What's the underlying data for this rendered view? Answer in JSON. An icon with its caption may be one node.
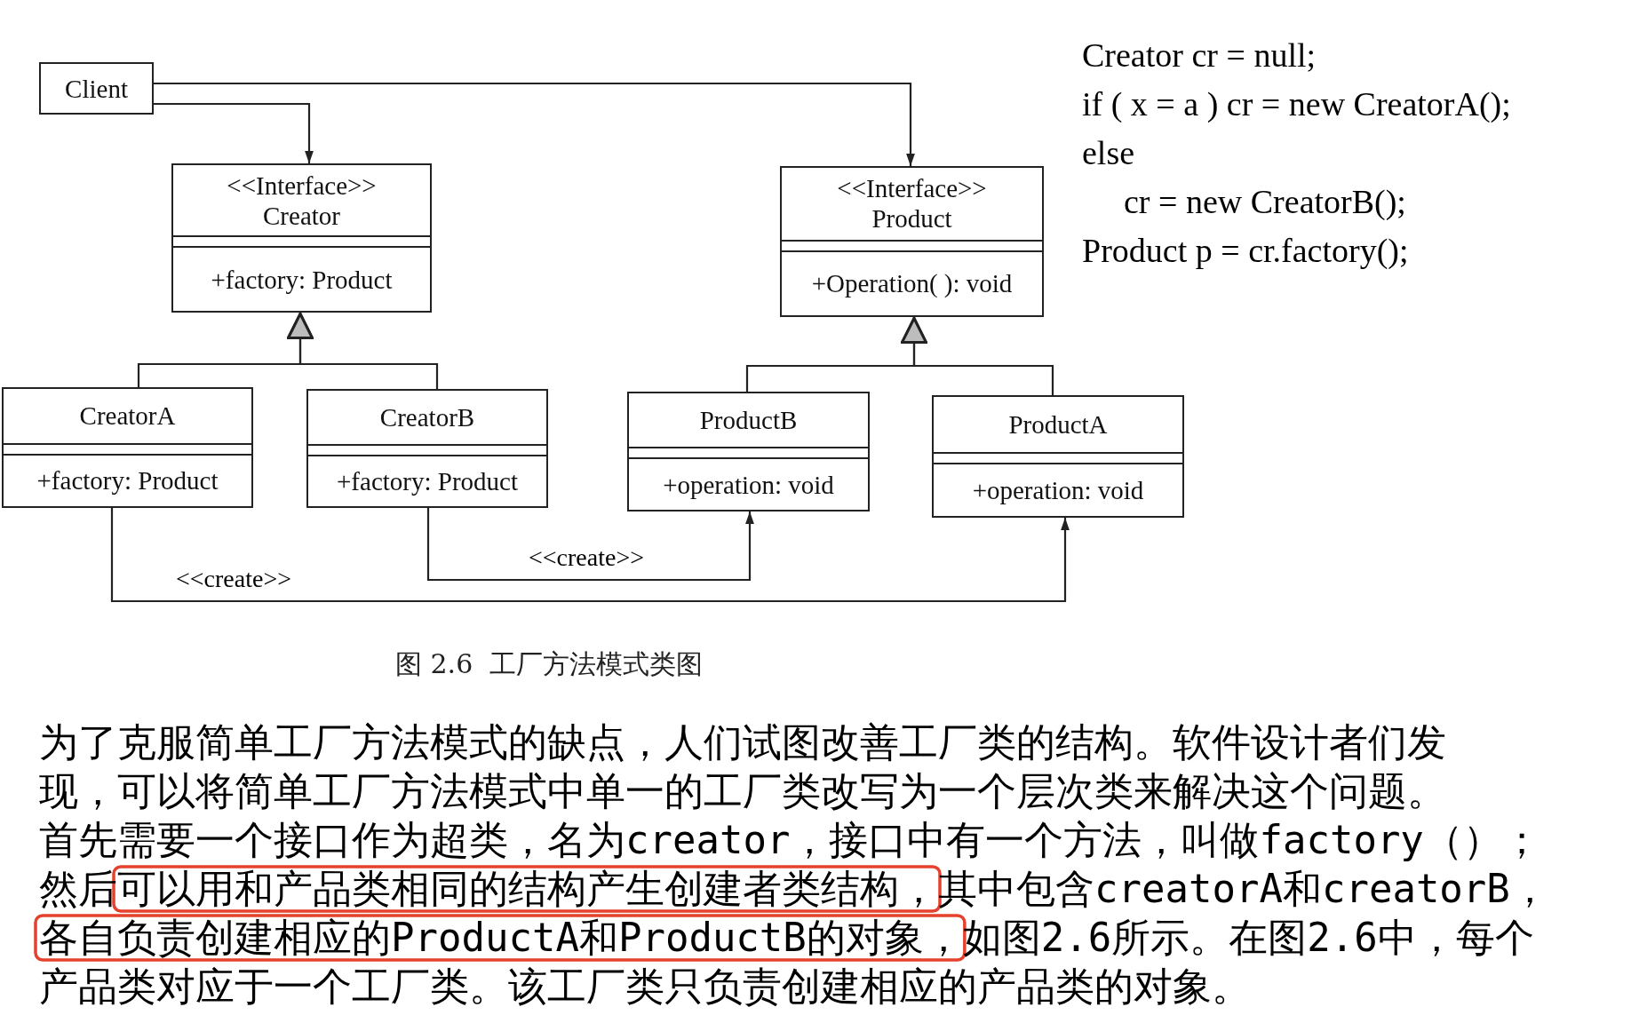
{
  "diagram": {
    "caption": "图 2.6  工厂方法模式类图",
    "nodes": [
      {
        "text": [
          "Client"
        ]
      },
      {
        "text": [
          "<<Interface>>",
          "Creator",
          "+factory: Product"
        ]
      },
      {
        "text": [
          "<<Interface>>",
          "Product",
          "+Operation( ): void"
        ]
      },
      {
        "text": [
          "CreatorA",
          "+factory: Product"
        ]
      },
      {
        "text": [
          "CreatorB",
          "+factory: Product"
        ]
      },
      {
        "text": [
          "ProductB",
          "+operation: void"
        ]
      },
      {
        "text": [
          "ProductA",
          "+operation: void"
        ]
      }
    ],
    "edges": [
      {
        "from": 0,
        "to": 1,
        "arrow": "to"
      },
      {
        "from": 0,
        "to": 2,
        "arrow": "to"
      },
      {
        "from": 3,
        "to": 1,
        "arrow": "to"
      },
      {
        "from": 4,
        "to": 1,
        "arrow": "to"
      },
      {
        "from": 5,
        "to": 2,
        "arrow": "to"
      },
      {
        "from": 6,
        "to": 2,
        "arrow": "to"
      },
      {
        "from": 3,
        "to": 6,
        "arrow": "to",
        "label": "<<create>>"
      },
      {
        "from": 4,
        "to": 5,
        "arrow": "to",
        "label": "<<create>>"
      }
    ],
    "labels": [
      "Creator cr  = null;",
      "if ( x = a ) cr = new CreatorA();",
      "else",
      "cr = new CreatorB();",
      "Product p = cr.factory();",
      "为了克服简单工厂方法模式的缺点，人们试图改善工厂类的结构。软件设计者们发现，可以将简单工厂方法模式中单一的工厂类改写为一个层次类来解决这个问题。首先需要一个接口作为超类，名为creator，接口中有一个方法，叫做factory（）；然后可以用和产品类相同的结构产生创建者类结构，其中包含creatorA和creatorB，各自负责创建相应的ProductA和ProductB的对象，如图2.6所示。在图2.6中，每个产品类对应于一个工厂类。该工厂类只负责创建相应的产品类的对象。"
    ]
  }
}
